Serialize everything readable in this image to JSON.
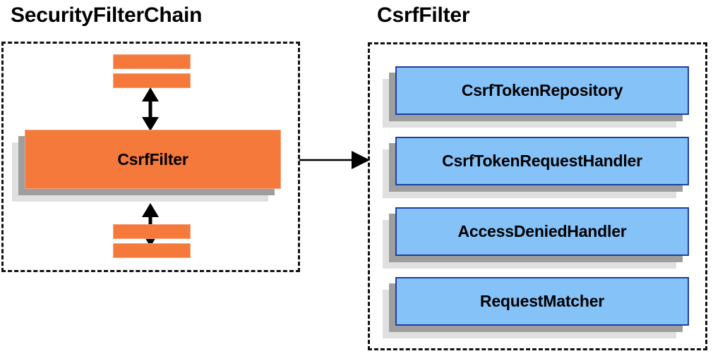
{
  "diagram": {
    "title_left": "SecurityFilterChain",
    "title_right": "CsrfFilter",
    "left_panel": {
      "main_box_label": "CsrfFilter",
      "filter_bars": [
        {
          "name": "filter-bar-top-1"
        },
        {
          "name": "filter-bar-top-2"
        },
        {
          "name": "filter-bar-bottom-1"
        },
        {
          "name": "filter-bar-bottom-2"
        }
      ],
      "connectors": [
        {
          "name": "arrow-up-double",
          "kind": "double-headed-vertical"
        },
        {
          "name": "arrow-down-double",
          "kind": "double-headed-vertical"
        }
      ]
    },
    "right_panel": {
      "components": [
        {
          "label": "CsrfTokenRepository"
        },
        {
          "label": "CsrfTokenRequestHandler"
        },
        {
          "label": "AccessDeniedHandler"
        },
        {
          "label": "RequestMatcher"
        }
      ]
    },
    "cross_arrow": {
      "name": "arrow-right",
      "kind": "single-headed-horizontal"
    },
    "colors": {
      "orange_fill": "#f4793b",
      "orange_border": "#f2a27b",
      "blue_fill": "#85c2f8",
      "blue_border": "#1f3f9e",
      "shadow_mid": "#9e9e9e",
      "shadow_light": "#e0e0e0",
      "outline": "#111111",
      "text": "#000000"
    }
  }
}
